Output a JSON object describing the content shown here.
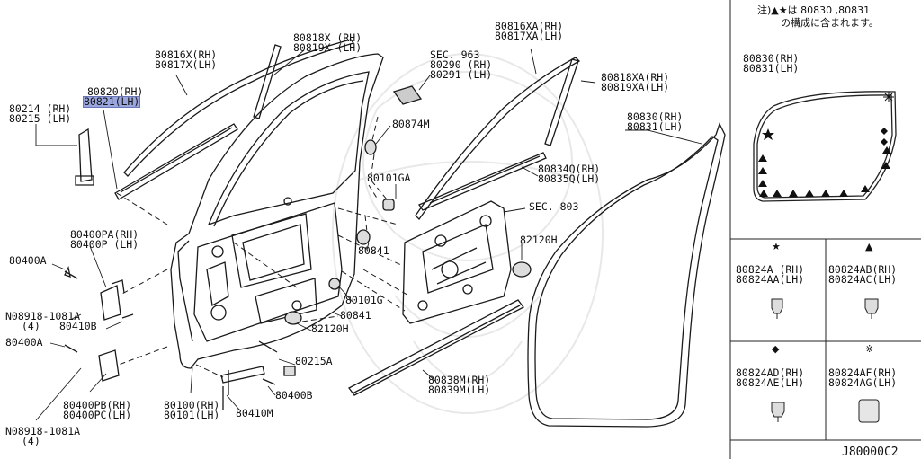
{
  "diagram_code": "J80000C2",
  "note": {
    "line1": "注)▲★は 80830 ,80831",
    "line2": "の構成に含まれます。"
  },
  "labels": {
    "l80820": "80820(RH)",
    "l80821": "80821(LH)",
    "l80214": "80214 (RH)",
    "l80215": "80215 (LH)",
    "l80816x": "80816X(RH)",
    "l80817x": "80817X(LH)",
    "l80818x": "80818X (RH)",
    "l80819x": "80819X (LH)",
    "lsec963": "SEC. 963",
    "l80290": "80290 (RH)",
    "l80291": "80291 (LH)",
    "l80816xa": "80816XA(RH)",
    "l80817xa": "80817XA(LH)",
    "l80818xa": "80818XA(RH)",
    "l80819xa": "80819XA(LH)",
    "l80874m": "80874M",
    "l80830": "80830(RH)",
    "l80831": "80831(LH)",
    "l80101ga": "80101GA",
    "l80834q": "80834Q(RH)",
    "l80835q": "80835Q(LH)",
    "lsec803": "SEC. 803",
    "l82120h_r": "82120H",
    "l80841_a": "80841",
    "l80101g": "80101G",
    "l80841_b": "80841",
    "l82120h_l": "82120H",
    "l80215a": "80215A",
    "l80400pa": "80400PA(RH)",
    "l80400p": "80400P (LH)",
    "l80400a_1": "80400A",
    "l08918_1": "N08918-1081A",
    "lqty_1": "(4)",
    "l80410b": "80410B",
    "l80400a_2": "80400A",
    "l80400pb": "80400PB(RH)",
    "l80400pc": "80400PC(LH)",
    "l08918_2": "N08918-1081A",
    "lqty_2": "(4)",
    "l80100": "80100(RH)",
    "l80101": "80101(LH)",
    "l80410m": "80410M",
    "l80400b": "80400B",
    "l80838m": "80838M(RH)",
    "l80839m": "80839M(LH)"
  },
  "side": {
    "l80830": "80830(RH)",
    "l80831": "80831(LH)",
    "sym_star": "★",
    "sym_tri": "▲",
    "sym_dia": "◆",
    "sym_x": "※",
    "p80824a": "80824A (RH)",
    "p80824aa": "80824AA(LH)",
    "p80824ab": "80824AB(RH)",
    "p80824ac": "80824AC(LH)",
    "p80824ad": "80824AD(RH)",
    "p80824ae": "80824AE(LH)",
    "p80824af": "80824AF(RH)",
    "p80824ag": "80824AG(LH)"
  },
  "colors": {
    "line": "#1a1a1a",
    "highlight": "#9aa6dd",
    "watermark": "#e6e6e6"
  }
}
